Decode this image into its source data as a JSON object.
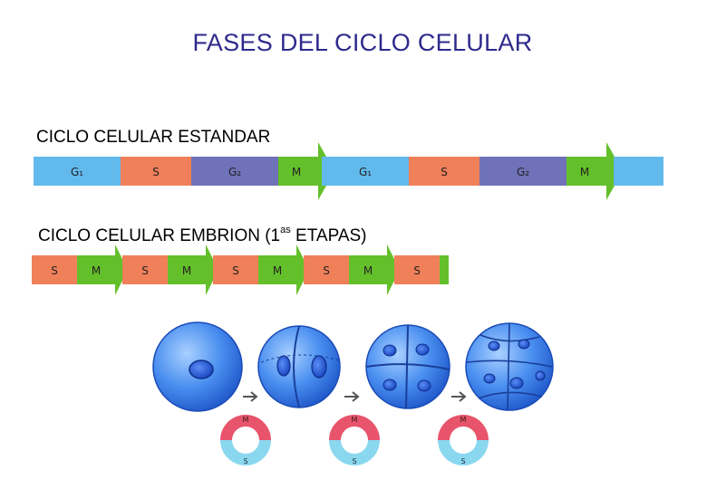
{
  "title": "FASES DEL CICLO CELULAR",
  "standard": {
    "label": "CICLO CELULAR ESTANDAR",
    "phases": [
      "G1",
      "S",
      "G2",
      "M",
      "G1",
      "S",
      "G2",
      "M"
    ],
    "phase_display": [
      "G₁",
      "S",
      "G₂",
      "M",
      "G₁",
      "S",
      "G₂",
      "M"
    ]
  },
  "embryo": {
    "label_main": "CICLO CELULAR EMBRION (1",
    "label_sup": "as",
    "label_end": " ETAPAS)",
    "phases": [
      "S",
      "M",
      "S",
      "M",
      "S",
      "M",
      "S",
      "M",
      "S"
    ]
  },
  "cycle_rings": [
    {
      "top": "M",
      "bottom": "S"
    },
    {
      "top": "M",
      "bottom": "S"
    },
    {
      "top": "M",
      "bottom": "S"
    }
  ],
  "cell_stages": [
    "1-cell",
    "2-cell",
    "4-cell",
    "8-cell"
  ],
  "colors": {
    "title": "#2e2a8c",
    "G1": "#62b9ec",
    "S": "#f0805a",
    "G2": "#6f72b8",
    "M": "#64c02a",
    "cell": "#3d7fe0",
    "ring_top": "#e8546b",
    "ring_bottom": "#8ad8f0"
  }
}
